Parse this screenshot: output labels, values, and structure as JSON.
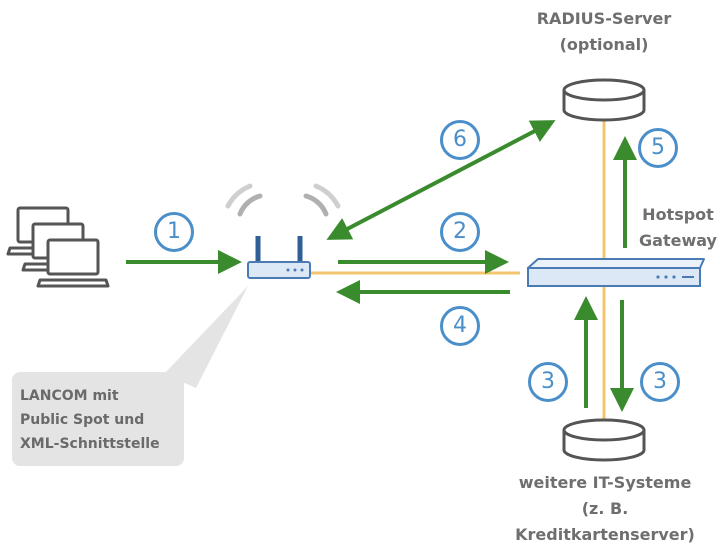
{
  "labels": {
    "radius_title": "RADIUS-Server",
    "radius_sub": "(optional)",
    "hotspot_line1": "Hotspot",
    "hotspot_line2": "Gateway",
    "it_line1": "weitere IT-Systeme",
    "it_line2": "(z. B. Kreditkartenserver)",
    "callout_line1": "LANCOM mit",
    "callout_line2": "Public Spot und",
    "callout_line3": "XML-Schnittstelle"
  },
  "steps": {
    "s1": "1",
    "s2": "2",
    "s3a": "3",
    "s3b": "3",
    "s4": "4",
    "s5": "5",
    "s6": "6"
  },
  "colors": {
    "arrow": "#3a8a2e",
    "link": "#f3c66e",
    "step_circle": "#4a8fc9",
    "device_fill": "#dce8f5",
    "device_stroke": "#4a7bb5",
    "laptop_stroke": "#555555",
    "text": "#6f6f6f",
    "callout_bg": "#e4e4e4"
  },
  "icons": {
    "clients": "laptop-stack-icon",
    "access_point": "wireless-router-icon",
    "gateway": "hotspot-gateway-icon",
    "radius": "database-server-icon",
    "it_systems": "database-server-icon"
  }
}
